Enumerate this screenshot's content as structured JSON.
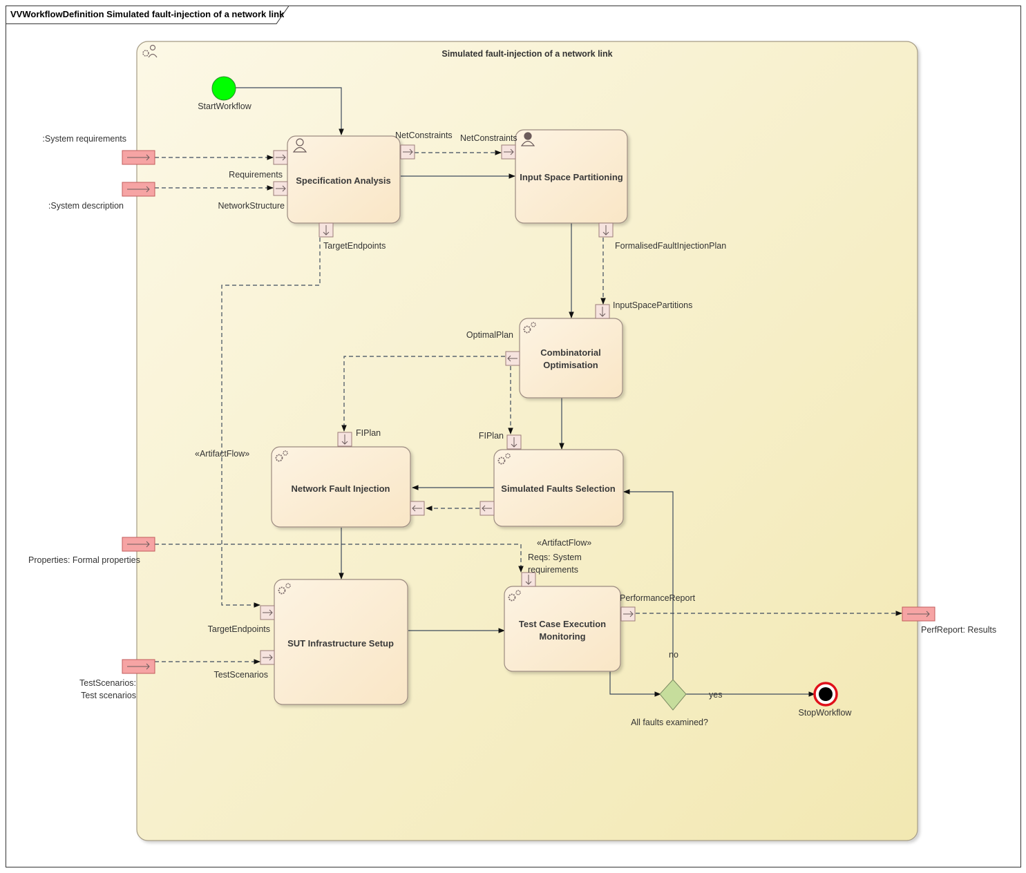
{
  "frame": {
    "title": "VVWorkflowDefinition Simulated fault-injection of a network link"
  },
  "container": {
    "title": "Simulated fault-injection of a network link"
  },
  "nodes": {
    "start": "StartWorkflow",
    "stop": "StopWorkflow",
    "decision": "All faults examined?"
  },
  "activities": {
    "spec_analysis": "Specification Analysis",
    "input_space": "Input Space Partitioning",
    "comb_opt_1": "Combinatorial",
    "comb_opt_2": "Optimisation",
    "net_fault": "Network Fault Injection",
    "sim_faults": "Simulated Faults Selection",
    "sut_setup": "SUT Infrastructure Setup",
    "test_exec_1": "Test Case Execution",
    "test_exec_2": "Monitoring"
  },
  "inputs": {
    "sys_req": ":System requirements",
    "sys_desc": ":System description",
    "properties": "Properties: Formal properties",
    "test_scen_1": "TestScenarios:",
    "test_scen_2": "Test scenarios",
    "perf_report": "PerfReport: Results"
  },
  "pins": {
    "requirements": "Requirements",
    "network_structure": "NetworkStructure",
    "net_constraints_out": "NetConstraints",
    "net_constraints_in": "NetConstraints",
    "target_endpoints_out": "TargetEndpoints",
    "formalised_plan": "FormalisedFaultInjectionPlan",
    "input_space_partitions": "InputSpacePartitions",
    "optimal_plan": "OptimalPlan",
    "fiplan_nfi": "FIPlan",
    "fiplan_sfs": "FIPlan",
    "target_endpoints_in": "TargetEndpoints",
    "test_scenarios_in": "TestScenarios",
    "reqs_1": "Reqs: System",
    "reqs_2": "requirements",
    "performance_report": "PerformanceReport"
  },
  "stereotypes": {
    "artifact_flow_1": "«ArtifactFlow»",
    "artifact_flow_2": "«ArtifactFlow»"
  },
  "guards": {
    "yes": "yes",
    "no": "no"
  },
  "colors": {
    "container_fill_start": "#fbf6df",
    "container_fill_end": "#f3eab8",
    "activity_fill": "#fcefd6",
    "start_node": "#00ff00",
    "decision": "#c6dd9c",
    "io_node": "#f6a4a4"
  }
}
